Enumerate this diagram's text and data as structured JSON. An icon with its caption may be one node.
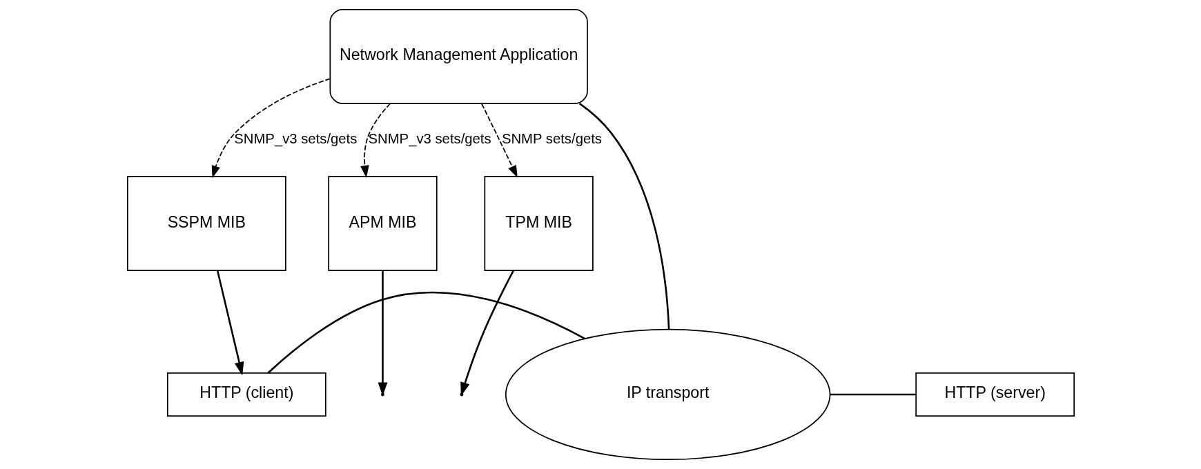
{
  "diagram": {
    "nodes": [
      {
        "text": [
          "Network Management Application"
        ]
      },
      {
        "text": [
          "SSPM MIB"
        ]
      },
      {
        "text": [
          "APM MIB"
        ]
      },
      {
        "text": [
          "TPM MIB"
        ]
      },
      {
        "text": [
          "HTTP (client)"
        ]
      },
      {
        "text": [
          "IP transport"
        ]
      },
      {
        "text": [
          "HTTP (server)"
        ]
      }
    ],
    "edges": [
      {
        "from": 0,
        "to": 1,
        "arrow": "to",
        "style": "dashed",
        "label": "SNMP_v3 sets/gets"
      },
      {
        "from": 0,
        "to": 2,
        "arrow": "to",
        "style": "dashed",
        "label": "SNMP_v3 sets/gets"
      },
      {
        "from": 0,
        "to": 3,
        "arrow": "to",
        "style": "dashed",
        "label": "SNMP sets/gets"
      },
      {
        "from": 0,
        "to": 5,
        "arrow": "none"
      },
      {
        "from": 1,
        "to": 4,
        "arrow": "to"
      },
      {
        "from": 2,
        "to": null,
        "arrow": "to"
      },
      {
        "from": 3,
        "to": null,
        "arrow": "to"
      },
      {
        "from": 4,
        "to": 5,
        "arrow": "none"
      },
      {
        "from": 5,
        "to": 6,
        "arrow": "none"
      }
    ]
  }
}
